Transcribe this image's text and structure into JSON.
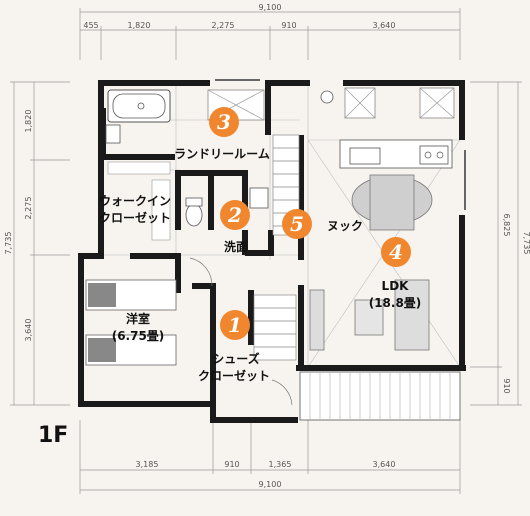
{
  "floor_label": "1F",
  "dimensions": {
    "top_total": "9,100",
    "top_segments": [
      "455",
      "1,820",
      "2,275",
      "910",
      "3,640"
    ],
    "bottom_total": "9,100",
    "bottom_segments": [
      "3,185",
      "910",
      "1,365",
      "3,640"
    ],
    "left_total": "7,735",
    "left_segments": [
      "1,820",
      "2,275",
      "3,640"
    ],
    "right_total": "7,735",
    "right_segments": [
      "6,825",
      "910"
    ]
  },
  "rooms": {
    "laundry": {
      "label": "ランドリールーム",
      "number": "3"
    },
    "walk_in_closet": {
      "label_line1": "ウォークイン",
      "label_line2": "クローゼット"
    },
    "washroom": {
      "label": "洗面",
      "number": "2"
    },
    "nook": {
      "label": "ヌック",
      "number": "5"
    },
    "ldk": {
      "label_line1": "LDK",
      "label_line2": "(18.8畳)",
      "number": "4"
    },
    "bedroom": {
      "label_line1": "洋室",
      "label_line2": "(6.75畳)"
    },
    "shoe_closet": {
      "label_line1": "シューズ",
      "label_line2": "クローゼット",
      "number": "1"
    }
  },
  "colors": {
    "accent": "#f0872f",
    "wall": "#1a1a1a",
    "background": "#f7f3ee"
  }
}
